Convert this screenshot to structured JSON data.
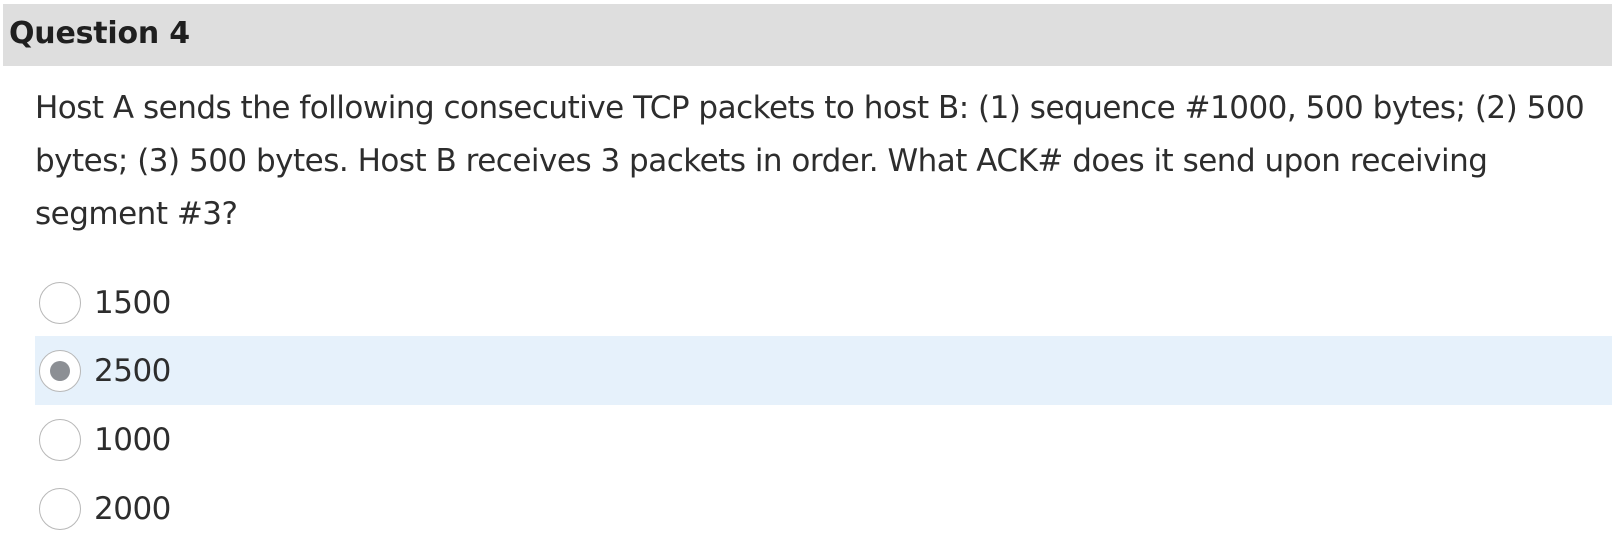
{
  "question": {
    "title": "Question 4",
    "text": "Host A sends the following consecutive TCP packets to host B: (1) sequence #1000, 500 bytes; (2) 500 bytes; (3) 500 bytes. Host B receives 3 packets in order. What ACK# does it send upon receiving segment #3?"
  },
  "answers": [
    {
      "label": "1500",
      "selected": false
    },
    {
      "label": "2500",
      "selected": true
    },
    {
      "label": "1000",
      "selected": false
    },
    {
      "label": "2000",
      "selected": false
    }
  ],
  "colors": {
    "header_bg": "#dedede",
    "selected_row_bg": "#e6f1fb",
    "radio_dot": "#8c8f94"
  }
}
